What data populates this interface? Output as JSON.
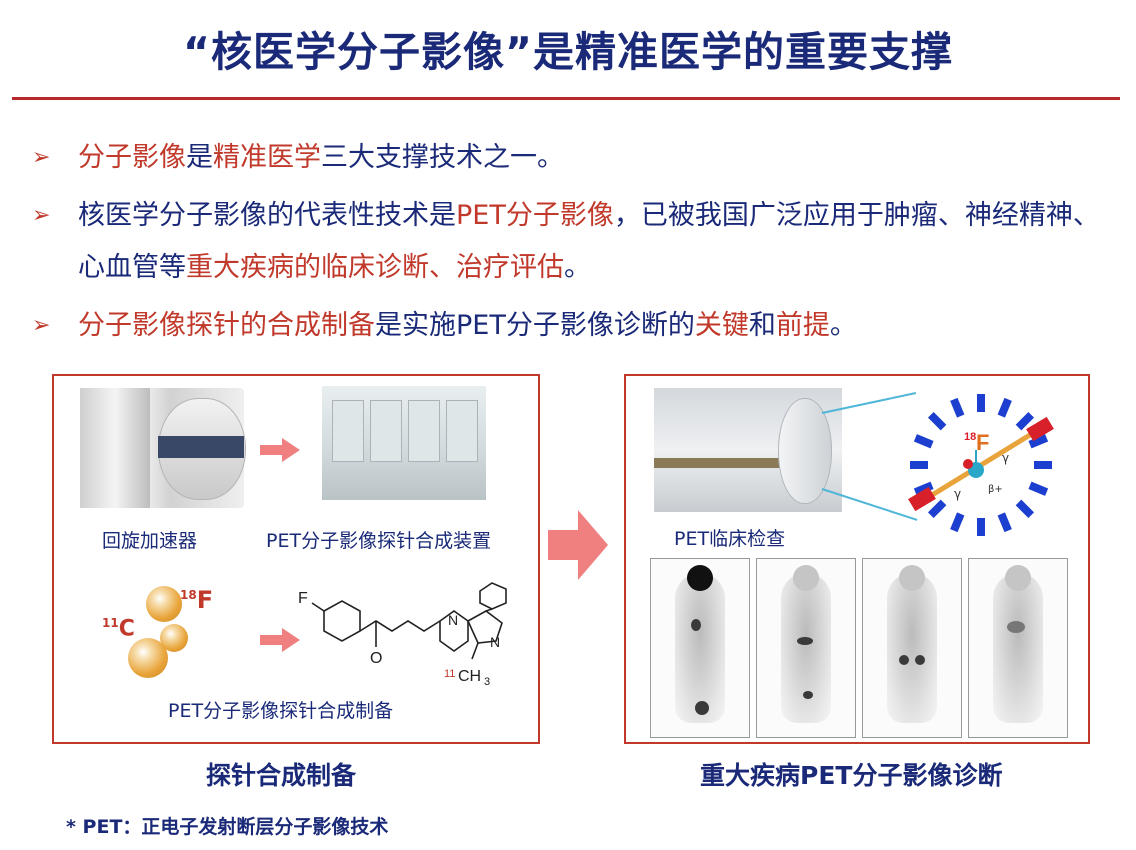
{
  "title": "“核医学分子影像”是精准医学的重要支撑",
  "bullets": [
    {
      "parts": [
        {
          "text": "分子影像",
          "red": true
        },
        {
          "text": "是",
          "red": false
        },
        {
          "text": "精准医学",
          "red": true
        },
        {
          "text": "三大支撑技术之一。",
          "red": false
        }
      ]
    },
    {
      "parts": [
        {
          "text": "核医学分子影像的代表性技术是",
          "red": false
        },
        {
          "text": "PET分子影像",
          "red": true
        },
        {
          "text": "，已被我国广泛应用于肿瘤、神经精神、心血管等",
          "red": false
        },
        {
          "text": "重大疾病的临床诊断、治疗评估",
          "red": true
        },
        {
          "text": "。",
          "red": false
        }
      ]
    },
    {
      "parts": [
        {
          "text": "分子影像探针的合成制备",
          "red": true
        },
        {
          "text": "是实施PET分子影像诊断的",
          "red": false
        },
        {
          "text": "关键",
          "red": true
        },
        {
          "text": "和",
          "red": false
        },
        {
          "text": "前提",
          "red": true
        },
        {
          "text": "。",
          "red": false
        }
      ]
    }
  ],
  "left_panel": {
    "cyclotron_caption": "回旋加速器",
    "device_caption": "PET分子影像探针合成装置",
    "isotope_c": {
      "mass": "11",
      "symbol": "C"
    },
    "isotope_f": {
      "mass": "18",
      "symbol": "F"
    },
    "chem_f": "F",
    "chem_o": "O",
    "chem_n1": "N",
    "chem_n2": "N",
    "chem_methyl": {
      "mass": "11",
      "symbol": "CH",
      "sub": "3"
    },
    "synthesis_caption": "PET分子影像探针合成制备",
    "label_below": "探针合成制备"
  },
  "right_panel": {
    "scanner_caption": "PET临床检查",
    "diagram_isotope": {
      "mass": "18",
      "symbol": "F"
    },
    "gamma": "γ",
    "beta": "β+",
    "label_below": "重大疾病PET分子影像诊断"
  },
  "footnote": "* PET：正电子发射断层分子影像技术",
  "colors": {
    "accent_red": "#c0392b",
    "text_blue": "#1a2a78",
    "arrow_pink": "#f08080",
    "ring_blue": "#1c3fcf"
  }
}
